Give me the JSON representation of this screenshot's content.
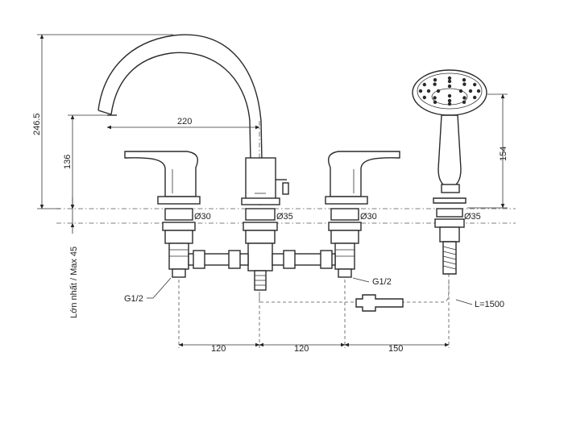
{
  "dimensions": {
    "overall_height": "246.5",
    "handle_height": "136",
    "max_deck": "Lớn nhất / Max 45",
    "spout_reach": "220",
    "shower_height": "154",
    "hole_1": "Ø30",
    "hole_2": "Ø35",
    "hole_3": "Ø30",
    "hole_4": "Ø35",
    "spacing_1": "120",
    "spacing_2": "120",
    "spacing_3": "150",
    "thread_left": "G1/2",
    "thread_right": "G1/2",
    "hose_length": "L=1500"
  },
  "colors": {
    "line": "#2a2a2a",
    "background": "#ffffff"
  }
}
